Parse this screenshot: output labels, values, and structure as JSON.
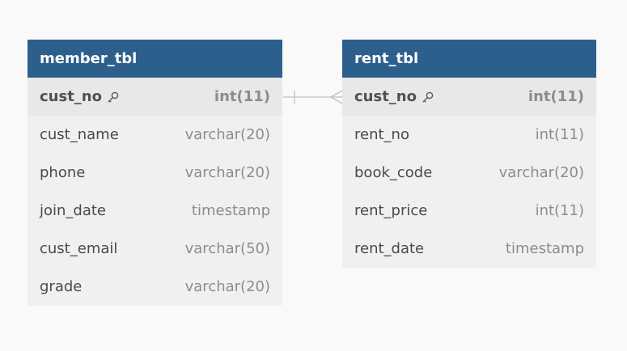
{
  "tables": [
    {
      "name": "member_tbl",
      "columns": [
        {
          "name": "cust_no",
          "type": "int(11)",
          "pk": true
        },
        {
          "name": "cust_name",
          "type": "varchar(20)",
          "pk": false
        },
        {
          "name": "phone",
          "type": "varchar(20)",
          "pk": false
        },
        {
          "name": "join_date",
          "type": "timestamp",
          "pk": false
        },
        {
          "name": "cust_email",
          "type": "varchar(50)",
          "pk": false
        },
        {
          "name": "grade",
          "type": "varchar(20)",
          "pk": false
        }
      ]
    },
    {
      "name": "rent_tbl",
      "columns": [
        {
          "name": "cust_no",
          "type": "int(11)",
          "pk": true
        },
        {
          "name": "rent_no",
          "type": "int(11)",
          "pk": false
        },
        {
          "name": "book_code",
          "type": "varchar(20)",
          "pk": false
        },
        {
          "name": "rent_price",
          "type": "int(11)",
          "pk": false
        },
        {
          "name": "rent_date",
          "type": "timestamp",
          "pk": false
        }
      ]
    }
  ],
  "relationship": {
    "from": "member_tbl.cust_no",
    "to": "rent_tbl.cust_no",
    "cardinality": "one-to-many"
  },
  "icons": {
    "primary_key": "key-icon"
  },
  "colors": {
    "header_bg": "#2d5f8c",
    "header_text": "#ffffff",
    "body_bg": "#f0f0f0",
    "pk_row_bg": "#e8e8e8",
    "page_bg": "#f9f9f9",
    "connector": "#c0c0c0"
  }
}
